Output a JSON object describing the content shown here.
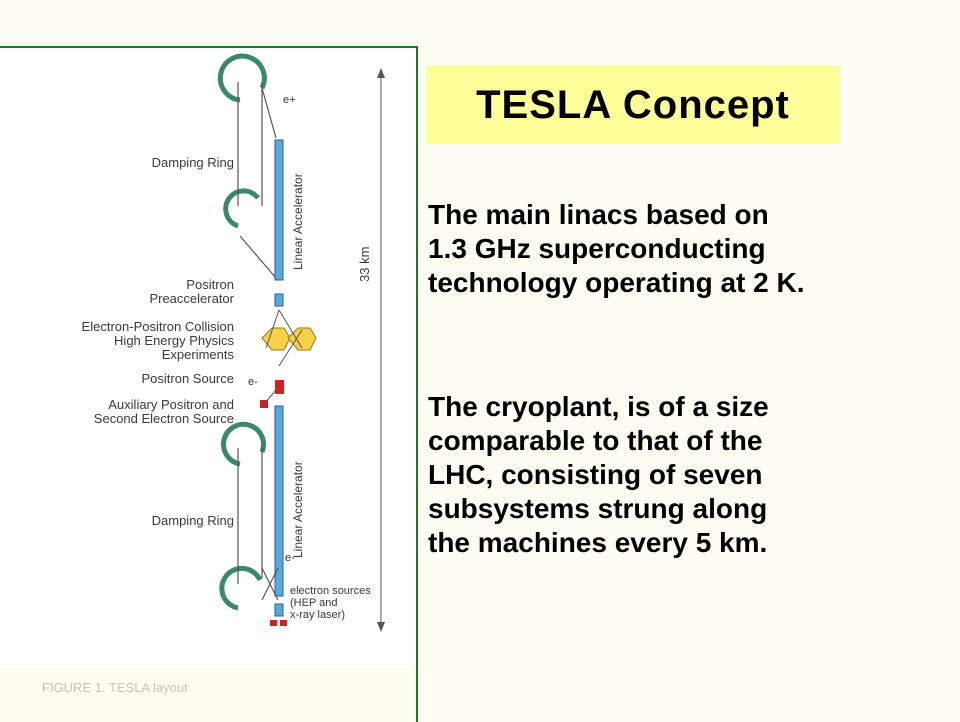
{
  "title": "TESLA Concept",
  "diagram": {
    "labels": {
      "damping_ring_top": "Damping Ring",
      "positron": "Positron",
      "preaccelerator": "Preaccelerator",
      "collision_1": "Electron-Positron Collision",
      "collision_2": "High Energy Physics",
      "collision_3": "Experiments",
      "positron_source": "Positron Source",
      "aux_1": "Auxiliary Positron and",
      "aux_2": "Second Electron Source",
      "damping_ring_bottom": "Damping Ring",
      "e_plus": "e+",
      "e_minus_mid": "e-",
      "e_minus_low": "e-",
      "linac_top": "Linear Accelerator",
      "linac_bottom": "Linear Accelerator",
      "length": "33 km",
      "sources_1": "electron sources",
      "sources_2": "(HEP and",
      "sources_3": "x-ray laser)"
    },
    "caption": "FIGURE 1. TESLA layout",
    "colors": {
      "linac": "#5aa8e0",
      "hexagon": "#f6d24a",
      "source": "#d62020",
      "ring": "#3a8a6a"
    }
  },
  "paragraph1": {
    "lines": [
      "The main linacs based on",
      "1.3 GHz superconducting",
      "technology operating at 2 K."
    ]
  },
  "paragraph2": {
    "lines": [
      "The cryoplant, is of a size",
      "comparable to that of the",
      "LHC, consisting of seven",
      "subsystems strung along",
      "the machines every 5 km."
    ]
  }
}
